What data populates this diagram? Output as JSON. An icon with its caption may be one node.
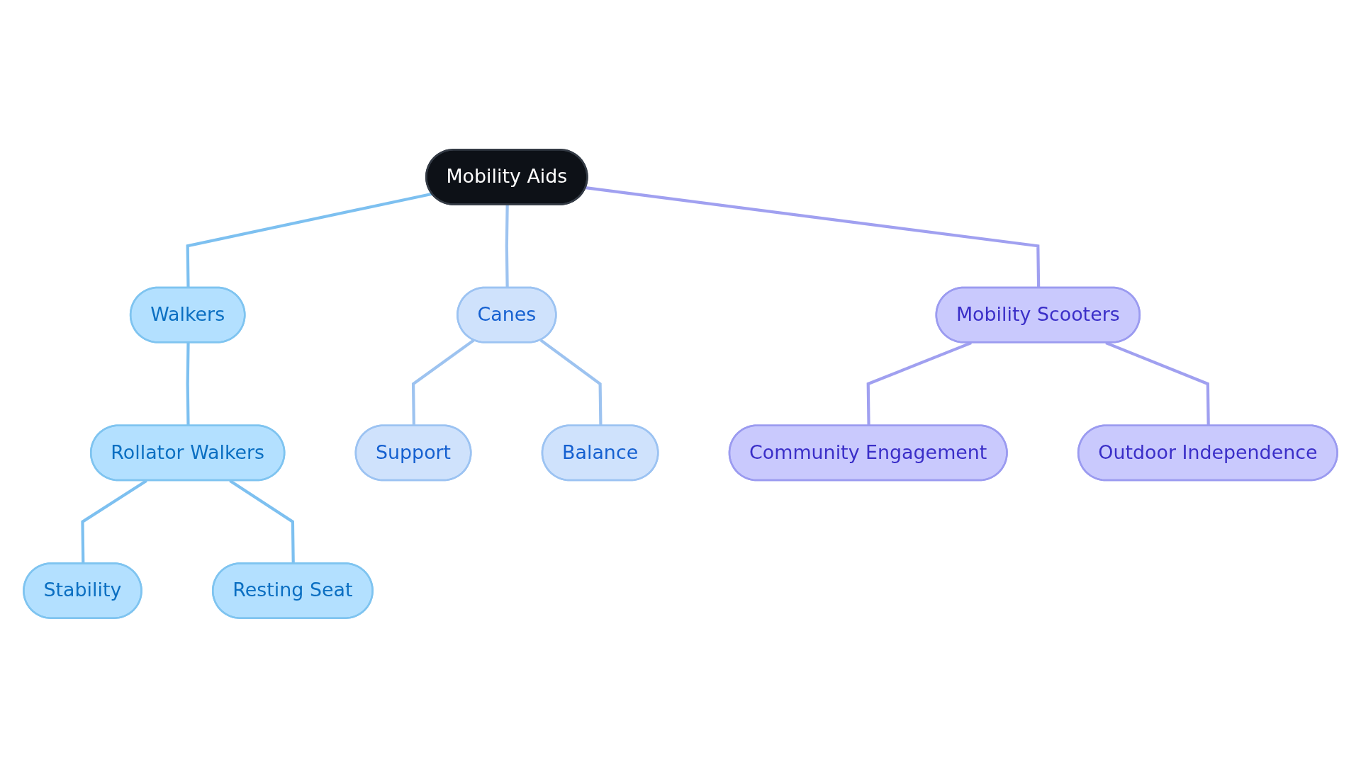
{
  "diagram": {
    "nodes": [
      {
        "text": [
          "Mobility Aids"
        ]
      },
      {
        "text": [
          "Walkers"
        ]
      },
      {
        "text": [
          "Rollator Walkers"
        ]
      },
      {
        "text": [
          "Stability"
        ]
      },
      {
        "text": [
          "Resting Seat"
        ]
      },
      {
        "text": [
          "Canes"
        ]
      },
      {
        "text": [
          "Support"
        ]
      },
      {
        "text": [
          "Balance"
        ]
      },
      {
        "text": [
          "Mobility Scooters"
        ]
      },
      {
        "text": [
          "Community Engagement"
        ]
      },
      {
        "text": [
          "Outdoor Independence"
        ]
      }
    ],
    "edges": [
      {
        "from": 0,
        "to": 1,
        "arrow": "none",
        "color": "#7dc0f0"
      },
      {
        "from": 1,
        "to": 2,
        "arrow": "none",
        "color": "#7dc0f0"
      },
      {
        "from": 2,
        "to": 3,
        "arrow": "none",
        "color": "#7dc0f0"
      },
      {
        "from": 2,
        "to": 4,
        "arrow": "none",
        "color": "#7dc0f0"
      },
      {
        "from": 0,
        "to": 5,
        "arrow": "none",
        "color": "#9dc3f0"
      },
      {
        "from": 5,
        "to": 6,
        "arrow": "none",
        "color": "#9dc3f0"
      },
      {
        "from": 5,
        "to": 7,
        "arrow": "none",
        "color": "#9dc3f0"
      },
      {
        "from": 0,
        "to": 8,
        "arrow": "none",
        "color": "#a0a0f0"
      },
      {
        "from": 8,
        "to": 9,
        "arrow": "none",
        "color": "#a0a0f0"
      },
      {
        "from": 8,
        "to": 10,
        "arrow": "none",
        "color": "#a0a0f0"
      }
    ]
  }
}
